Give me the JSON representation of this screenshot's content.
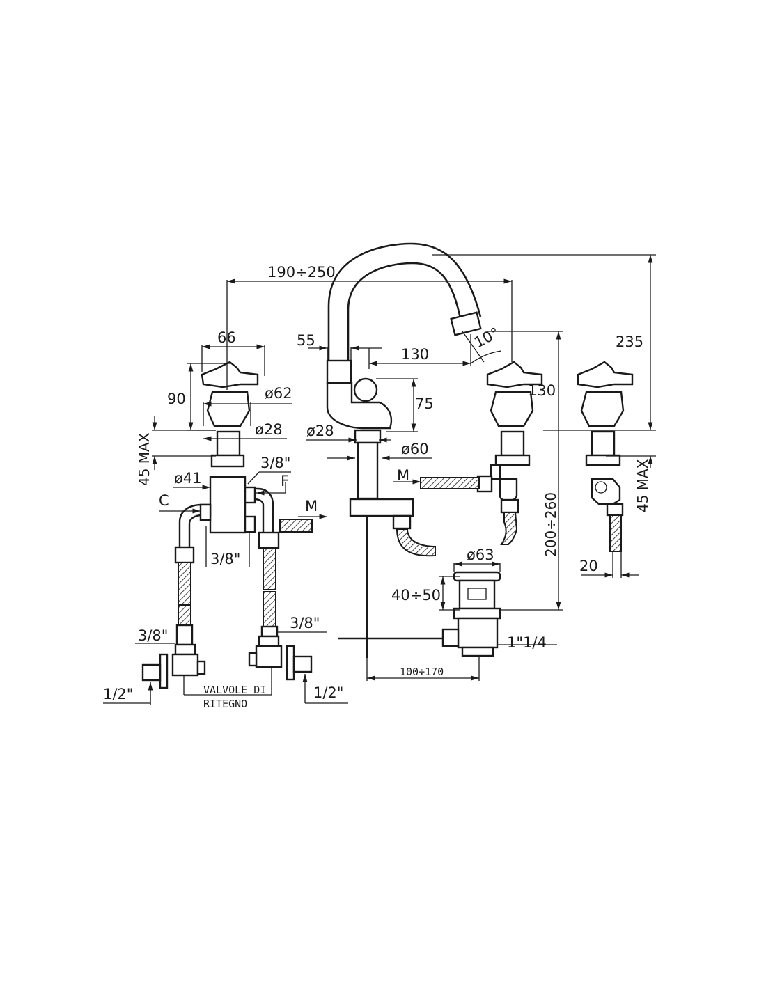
{
  "drawing": {
    "dims": {
      "spread": "190÷250",
      "handle_width": "66",
      "spout_base": "55",
      "spout_reach": "130",
      "spout_angle": "10°",
      "total_height": "235",
      "handle_height": "90",
      "escutcheon_dia": "ø62",
      "stem_dia_left": "ø28",
      "valve_height": "75",
      "right_spout_height": "130",
      "stem_dia_center": "ø28",
      "flange_dia": "ø60",
      "max_thickness_left": "45 MAX",
      "max_thickness_right": "45 MAX",
      "body_dia": "ø41",
      "outlet_thread_top": "3/8\"",
      "outlet_thread_bottom": "3/8\"",
      "hot_label": "C",
      "cold_label": "F",
      "mix_label_left": "M",
      "mix_label_center": "M",
      "waste_dia": "ø63",
      "waste_height": "40÷50",
      "height_range": "200÷260",
      "hose_offset": "20",
      "hose_thread_left": "3/8\"",
      "hose_thread_right": "3/8\"",
      "inlet_left": "1/2\"",
      "inlet_right": "1/2\"",
      "check_valves_line1": "VALVOLE DI",
      "check_valves_line2": "RITEGNO",
      "waste_thread": "1\"1/4",
      "rod_range": "100÷170"
    }
  }
}
